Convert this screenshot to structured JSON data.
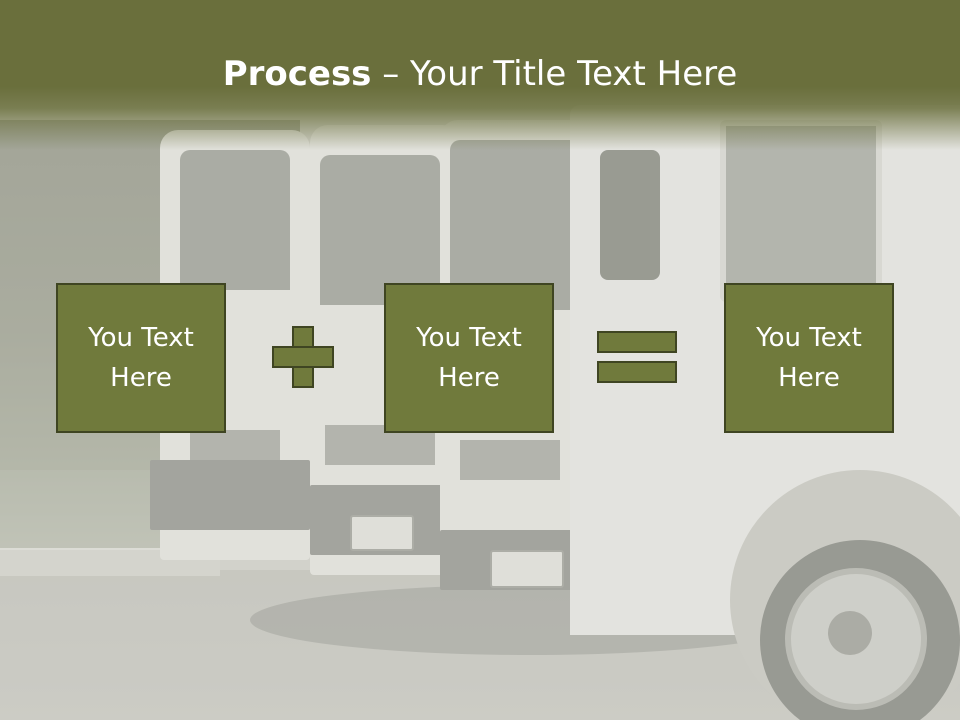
{
  "title": {
    "bold": "Process",
    "rest": " – Your Title Text Here"
  },
  "boxes": [
    {
      "text": "You Text Here"
    },
    {
      "text": "You Text Here"
    },
    {
      "text": "You Text Here"
    }
  ],
  "operators": [
    "plus-icon",
    "equals-icon"
  ],
  "colors": {
    "title_band": "#6a6f3c",
    "box_fill": "#707a3c",
    "box_border": "#3f4522",
    "text": "#ffffff"
  }
}
